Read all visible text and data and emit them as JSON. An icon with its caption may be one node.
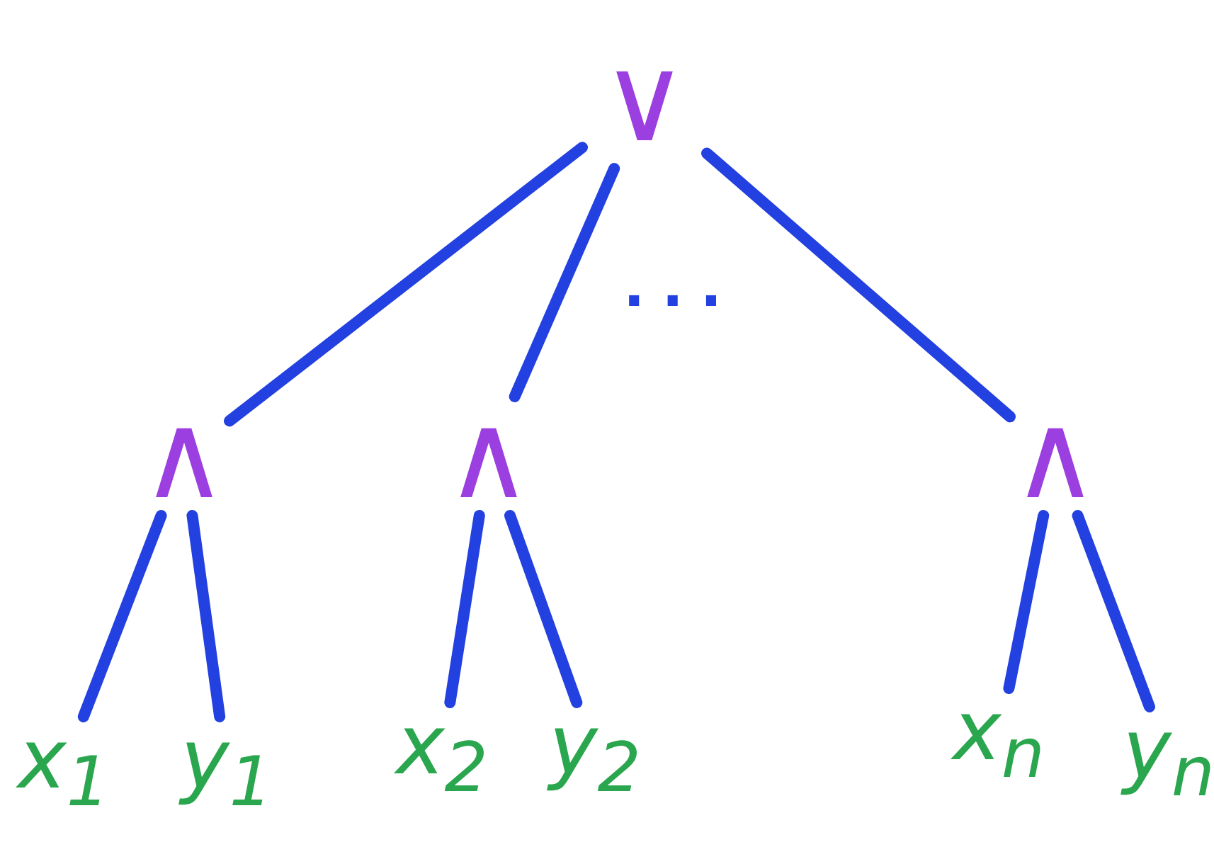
{
  "diagram": {
    "nodes": [
      {
        "text": [
          "∨"
        ]
      },
      {
        "text": [
          "∧"
        ]
      },
      {
        "text": [
          "∧"
        ]
      },
      {
        "text": [
          "∧"
        ]
      },
      {
        "text": [
          "x$_{1}$"
        ]
      },
      {
        "text": [
          "y$_{1}$"
        ]
      },
      {
        "text": [
          "x$_{2}$"
        ]
      },
      {
        "text": [
          "y$_{2}$"
        ]
      },
      {
        "text": [
          "x$_{n}$"
        ]
      },
      {
        "text": [
          "y$_{n}$"
        ]
      }
    ],
    "edges": [
      {
        "from": 0,
        "to": 1,
        "arrow": "none"
      },
      {
        "from": 0,
        "to": 2,
        "arrow": "none"
      },
      {
        "from": 0,
        "to": 3,
        "arrow": "none"
      },
      {
        "from": 1,
        "to": 4,
        "arrow": "none"
      },
      {
        "from": 1,
        "to": 5,
        "arrow": "none"
      },
      {
        "from": 2,
        "to": 6,
        "arrow": "none"
      },
      {
        "from": 2,
        "to": 7,
        "arrow": "none"
      },
      {
        "from": 3,
        "to": 8,
        "arrow": "none"
      },
      {
        "from": 3,
        "to": 9,
        "arrow": "none"
      }
    ],
    "labels": [
      "..."
    ]
  }
}
